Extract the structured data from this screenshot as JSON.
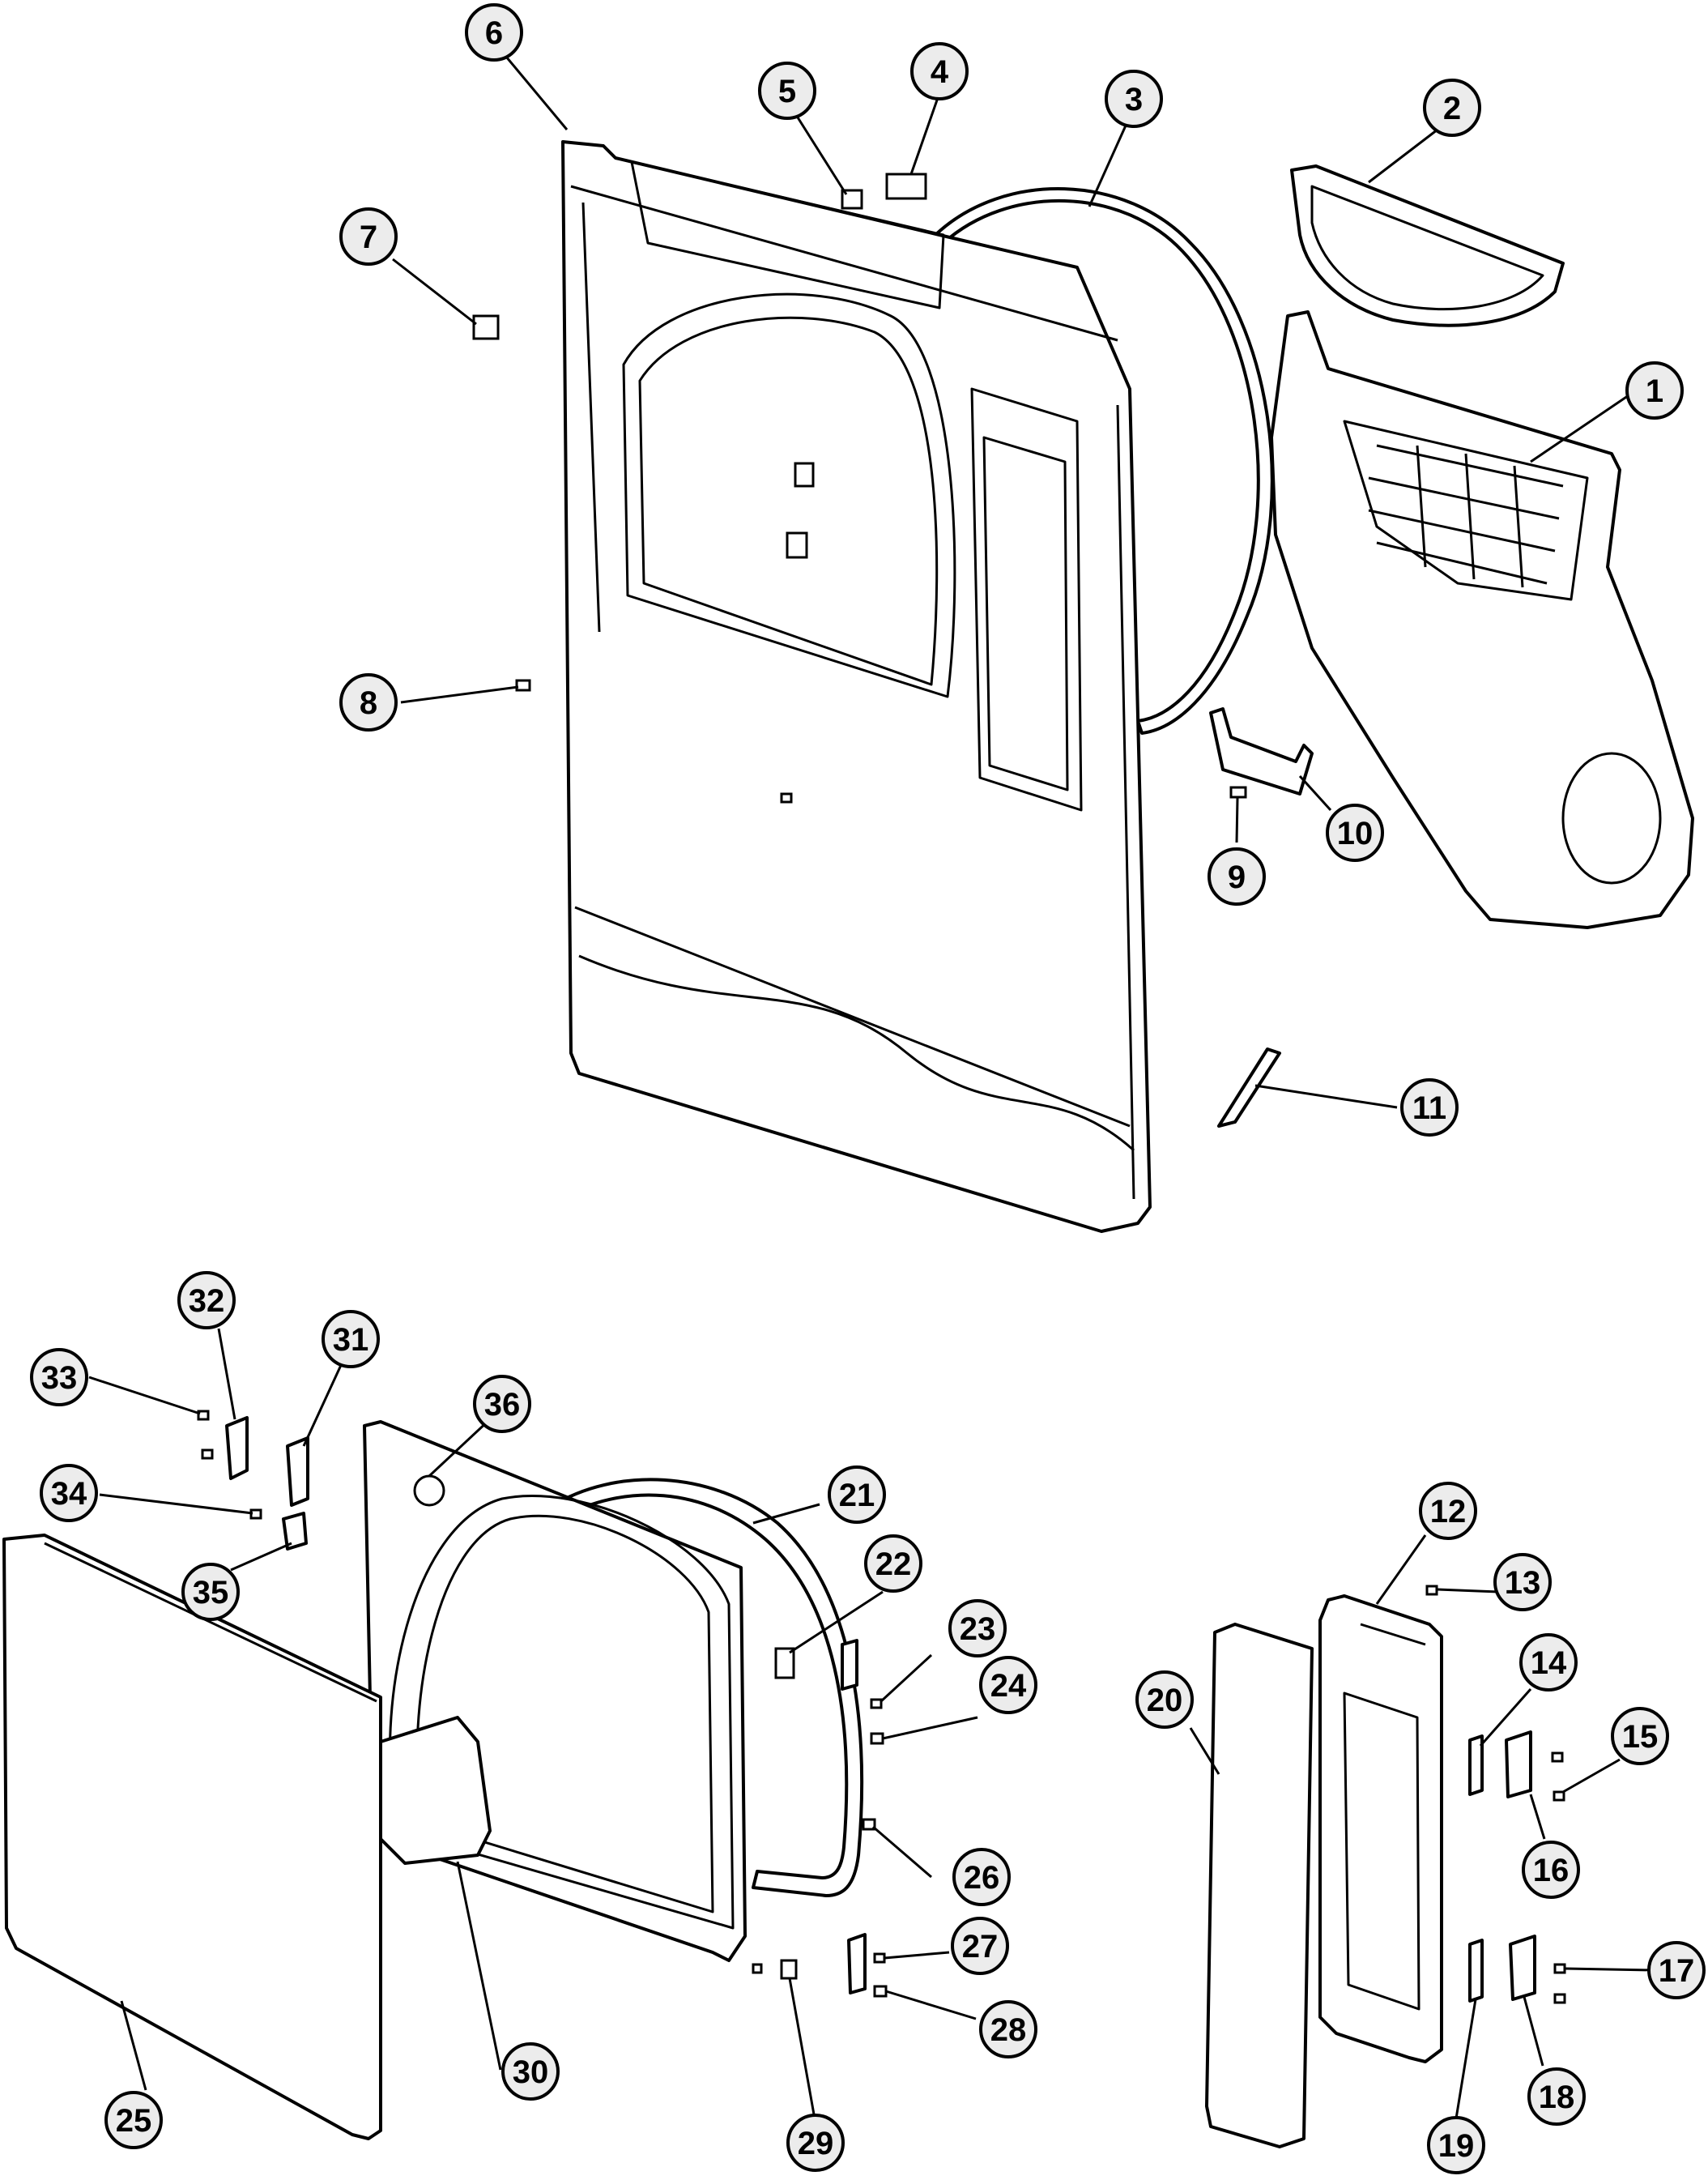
{
  "diagram": {
    "colors": {
      "line": "#000000",
      "background": "#ffffff",
      "callout_fill": "#ececec"
    },
    "callouts": [
      {
        "label": "1"
      },
      {
        "label": "2"
      },
      {
        "label": "3"
      },
      {
        "label": "4"
      },
      {
        "label": "5"
      },
      {
        "label": "6"
      },
      {
        "label": "7"
      },
      {
        "label": "8"
      },
      {
        "label": "9"
      },
      {
        "label": "10"
      },
      {
        "label": "11"
      },
      {
        "label": "12"
      },
      {
        "label": "13"
      },
      {
        "label": "14"
      },
      {
        "label": "15"
      },
      {
        "label": "16"
      },
      {
        "label": "17"
      },
      {
        "label": "18"
      },
      {
        "label": "19"
      },
      {
        "label": "20"
      },
      {
        "label": "21"
      },
      {
        "label": "22"
      },
      {
        "label": "23"
      },
      {
        "label": "24"
      },
      {
        "label": "25"
      },
      {
        "label": "26"
      },
      {
        "label": "27"
      },
      {
        "label": "28"
      },
      {
        "label": "29"
      },
      {
        "label": "30"
      },
      {
        "label": "31"
      },
      {
        "label": "32"
      },
      {
        "label": "33"
      },
      {
        "label": "34"
      },
      {
        "label": "35"
      },
      {
        "label": "36"
      }
    ]
  }
}
